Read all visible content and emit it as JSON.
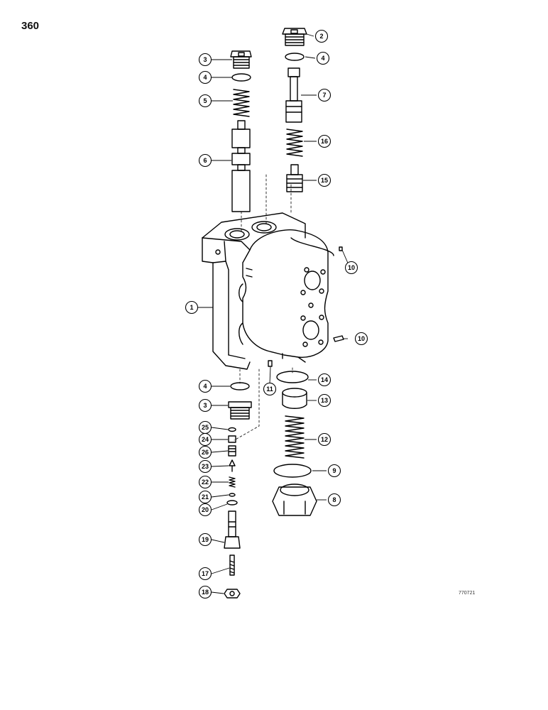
{
  "page": {
    "number": "360",
    "reference_code": "770721"
  },
  "callouts": [
    {
      "id": "c1",
      "label": "1"
    },
    {
      "id": "c2",
      "label": "2"
    },
    {
      "id": "c3a",
      "label": "3"
    },
    {
      "id": "c3b",
      "label": "3"
    },
    {
      "id": "c4a",
      "label": "4"
    },
    {
      "id": "c4b",
      "label": "4"
    },
    {
      "id": "c4c",
      "label": "4"
    },
    {
      "id": "c5",
      "label": "5"
    },
    {
      "id": "c6",
      "label": "6"
    },
    {
      "id": "c7",
      "label": "7"
    },
    {
      "id": "c8",
      "label": "8"
    },
    {
      "id": "c9",
      "label": "9"
    },
    {
      "id": "c10a",
      "label": "10"
    },
    {
      "id": "c10b",
      "label": "10"
    },
    {
      "id": "c11",
      "label": "11"
    },
    {
      "id": "c12",
      "label": "12"
    },
    {
      "id": "c13",
      "label": "13"
    },
    {
      "id": "c14",
      "label": "14"
    },
    {
      "id": "c15",
      "label": "15"
    },
    {
      "id": "c16",
      "label": "16"
    },
    {
      "id": "c17",
      "label": "17"
    },
    {
      "id": "c18",
      "label": "18"
    },
    {
      "id": "c19",
      "label": "19"
    },
    {
      "id": "c20",
      "label": "20"
    },
    {
      "id": "c21",
      "label": "21"
    },
    {
      "id": "c22",
      "label": "22"
    },
    {
      "id": "c23",
      "label": "23"
    },
    {
      "id": "c24",
      "label": "24"
    },
    {
      "id": "c25",
      "label": "25"
    },
    {
      "id": "c26",
      "label": "26"
    }
  ]
}
